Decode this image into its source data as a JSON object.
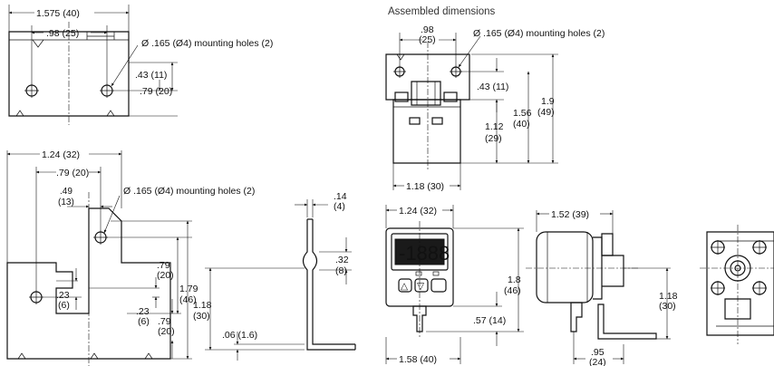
{
  "heading": "Assembled dimensions",
  "top_left": {
    "width": "1.575 (40)",
    "hole_spacing": ".98 (25)",
    "holes": "Ø .165 (Ø4) mounting holes (2)",
    "d1": ".43 (11)",
    "d2": ".79 (20)"
  },
  "bottom_left": {
    "width": "1.24 (32)",
    "w2": ".79 (20)",
    "w3a": ".49",
    "w3b": "(13)",
    "holes": "Ø .165 (Ø4) mounting holes (2)",
    "h1a": ".79",
    "h1b": "(20)",
    "h2a": "1.79",
    "h2b": "(46)",
    "h3a": ".23",
    "h3b": "(6)",
    "h4a": ".23",
    "h4b": "(6)",
    "h5a": ".79",
    "h5b": "(20)"
  },
  "profile": {
    "t1a": ".14",
    "t1b": "(4)",
    "t2a": ".32",
    "t2b": "(8)",
    "h1a": "1.18",
    "h1b": "(30)",
    "h2": ".06 (1.6)"
  },
  "assembled_top": {
    "hole_spacing_a": ".98",
    "hole_spacing_b": "(25)",
    "holes": "Ø .165 (Ø4) mounting holes (2)",
    "d1": ".43 (11)",
    "d2a": "1.12",
    "d2b": "(29)",
    "d3a": "1.56",
    "d3b": "(40)",
    "d4a": "1.9",
    "d4b": "(49)",
    "width": "1.18 (30)"
  },
  "front": {
    "width": "1.24 (32)",
    "bottom_width": "1.58 (40)",
    "h1a": "1.8",
    "h1b": "(46)",
    "h2": ".57 (14)",
    "display": "-1888",
    "btn_up": "△",
    "btn_down": "▽"
  },
  "side": {
    "depth": "1.52 (39)",
    "h1a": "1.18",
    "h1b": "(30)",
    "d2a": ".95",
    "d2b": "(24)"
  }
}
